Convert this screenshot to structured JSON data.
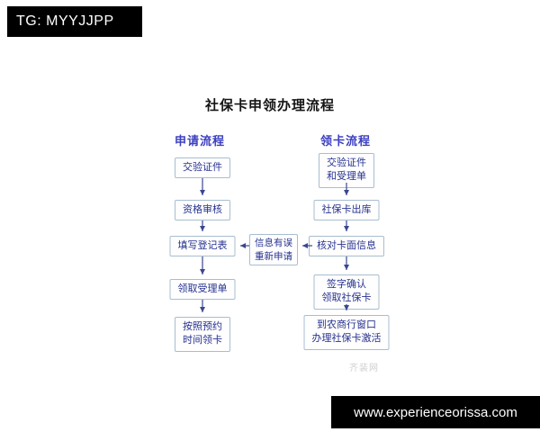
{
  "top_banner": {
    "text": "TG: MYYJJPP"
  },
  "bottom_banner": {
    "text": "www.experienceorissa.com"
  },
  "diagram": {
    "title": "社保卡申领办理流程",
    "left_header": "申请流程",
    "right_header": "领卡流程",
    "left_steps": [
      "交验证件",
      "资格审核",
      "填写登记表",
      "领取受理单",
      "按照预约\n时间领卡"
    ],
    "right_steps": [
      "交验证件\n和受理单",
      "社保卡出库",
      "核对卡面信息",
      "签字确认\n领取社保卡",
      "到农商行窗口\n办理社保卡激活"
    ],
    "middle_note": "信息有误\n重新申请",
    "watermark": "齐装网",
    "accent_color": "#3b3fc0",
    "box_text_color": "#27328f",
    "arrow_color": "#3a468e"
  }
}
